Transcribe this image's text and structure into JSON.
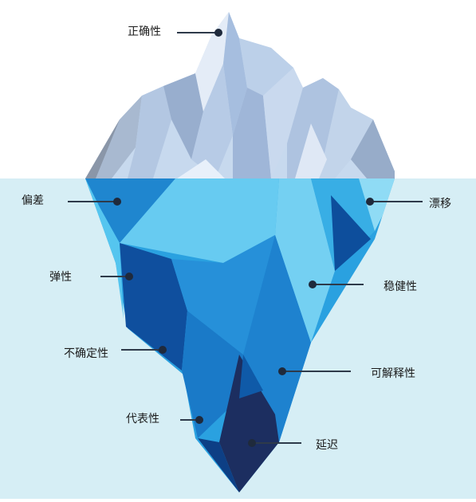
{
  "labels": {
    "correctness": "正确性",
    "bias": "偏差",
    "drift": "漂移",
    "elasticity": "弹性",
    "robustness": "稳健性",
    "uncertainty": "不确定性",
    "interpretability": "可解释性",
    "representativeness": "代表性",
    "latency": "延迟"
  },
  "colors": {
    "water": "#d6eef5",
    "sky": "#ffffff",
    "leader_line": "#2e3a4a",
    "marker_dot": "#1f2a3c",
    "ice_light": "#c3d7ed",
    "ice_shadow": "#8ea3c0",
    "ice_top_highlight": "#e6eef8",
    "underwater_light": "#5bc7ee",
    "underwater_mid": "#2a8fd6",
    "underwater_dark": "#0a4d9a",
    "underwater_deepest": "#1b2f63"
  },
  "icons": [
    "marker-dot-icon"
  ]
}
